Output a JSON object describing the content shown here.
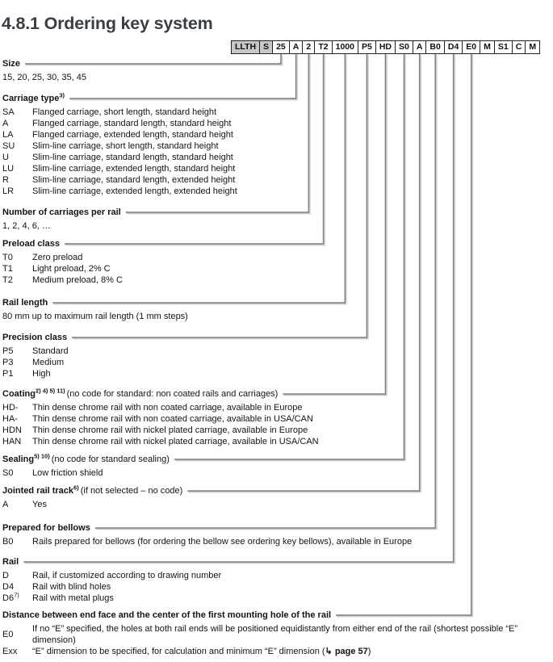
{
  "page_title": "4.8.1 Ordering key system",
  "ordering_key": {
    "boxes": [
      {
        "label": "LLTH",
        "shaded": true
      },
      {
        "label": "S",
        "shaded": true
      },
      {
        "label": "25",
        "shaded": false
      },
      {
        "label": "A",
        "shaded": false
      },
      {
        "label": "2",
        "shaded": false
      },
      {
        "label": "T2",
        "shaded": false
      },
      {
        "label": "1000",
        "shaded": false
      },
      {
        "label": "P5",
        "shaded": false
      },
      {
        "label": "HD",
        "shaded": false
      },
      {
        "label": "S0",
        "shaded": false
      },
      {
        "label": "A",
        "shaded": false
      },
      {
        "label": "B0",
        "shaded": false
      },
      {
        "label": "D4",
        "shaded": false
      },
      {
        "label": "E0",
        "shaded": false
      },
      {
        "label": "M",
        "shaded": false
      },
      {
        "label": "S1",
        "shaded": false
      },
      {
        "label": "C",
        "shaded": false
      },
      {
        "label": "M",
        "shaded": false
      }
    ]
  },
  "sections": [
    {
      "id": "size",
      "title": "Size",
      "box_index": 2,
      "plain": "15, 20, 25, 30, 35, 45"
    },
    {
      "id": "carriage-type",
      "title": "Carriage type",
      "sup": "3)",
      "box_index": 3,
      "items": [
        {
          "code": "SA",
          "desc": "Flanged carriage, short length, standard height"
        },
        {
          "code": "A",
          "desc": "Flanged carriage, standard length, standard height"
        },
        {
          "code": "LA",
          "desc": "Flanged carriage, extended length, standard height"
        },
        {
          "code": "SU",
          "desc": "Slim-line carriage, short length, standard height"
        },
        {
          "code": "U",
          "desc": "Slim-line carriage, standard length, standard height"
        },
        {
          "code": "LU",
          "desc": "Slim-line carriage, extended length, standard height"
        },
        {
          "code": "R",
          "desc": "Slim-line carriage, standard length, extended height"
        },
        {
          "code": "LR",
          "desc": "Slim-line carriage, extended length, extended height"
        }
      ]
    },
    {
      "id": "carriages-per-rail",
      "title": "Number of carriages per rail",
      "box_index": 4,
      "plain": "1, 2, 4, 6, …"
    },
    {
      "id": "preload-class",
      "title": "Preload class",
      "box_index": 5,
      "items": [
        {
          "code": "T0",
          "desc": "Zero preload"
        },
        {
          "code": "T1",
          "desc": "Light preload, 2% C"
        },
        {
          "code": "T2",
          "desc": "Medium preload, 8% C"
        }
      ]
    },
    {
      "id": "rail-length",
      "title": "Rail length",
      "box_index": 6,
      "plain": "80 mm up to maximum rail length (1 mm steps)"
    },
    {
      "id": "precision-class",
      "title": "Precision class",
      "box_index": 7,
      "items": [
        {
          "code": "P5",
          "desc": "Standard"
        },
        {
          "code": "P3",
          "desc": "Medium"
        },
        {
          "code": "P1",
          "desc": "High"
        }
      ]
    },
    {
      "id": "coating",
      "title": "Coating",
      "sup": "2) 4) 5) 11)",
      "note": "(no code for standard: non coated rails and carriages)",
      "box_index": 8,
      "items": [
        {
          "code": "HD-",
          "desc": "Thin dense chrome rail with non coated carriage, available in Europe"
        },
        {
          "code": "HA-",
          "desc": "Thin dense chrome rail with non coated carriage, available in USA/CAN"
        },
        {
          "code": "HDN",
          "desc": "Thin dense chrome rail with nickel plated carriage, available in Europe"
        },
        {
          "code": "HAN",
          "desc": "Thin dense chrome rail with nickel plated carriage, available in USA/CAN"
        }
      ]
    },
    {
      "id": "sealing",
      "title": "Sealing",
      "sup": "5) 10)",
      "note": "(no code for standard sealing)",
      "box_index": 9,
      "items": [
        {
          "code": "S0",
          "desc": "Low friction shield"
        }
      ]
    },
    {
      "id": "jointed-rail-track",
      "title": "Jointed rail track",
      "sup": "6)",
      "note": "(if not selected – no code)",
      "box_index": 10,
      "items": [
        {
          "code": "A",
          "desc": "Yes"
        }
      ]
    },
    {
      "id": "prepared-for-bellows",
      "title": "Prepared for bellows",
      "box_index": 11,
      "items": [
        {
          "code": "B0",
          "desc": "Rails prepared for bellows (for ordering the bellow see ordering key bellows), available in Europe"
        }
      ]
    },
    {
      "id": "rail",
      "title": "Rail",
      "box_index": 12,
      "items": [
        {
          "code": "D",
          "desc": "Rail, if customized according to drawing number"
        },
        {
          "code": "D4",
          "desc": "Rail with blind holes"
        },
        {
          "code": "D6",
          "code_sup": "7)",
          "desc": "Rail with metal plugs"
        }
      ]
    },
    {
      "id": "e-distance",
      "title": "Distance between end face and the center of the first mounting hole of the rail",
      "box_index": 13,
      "items": [
        {
          "code": "E0",
          "desc": "If no “E” specified, the holes at both rail ends will be positioned equidistantly from either end of the rail (shortest possible “E” dimension)"
        },
        {
          "code": "Exx",
          "desc": "“E” dimension to be specified, for calculation and minimum “E” dimension (",
          "link": "↳ page 57",
          "desc_after": ")"
        }
      ]
    }
  ],
  "colors": {
    "title": "#3b3e44",
    "box_shaded_bg": "#c7c8c9",
    "box_border": "#202020",
    "connector_dark": "#7e7e7e",
    "connector_light": "#cdcdcd"
  }
}
